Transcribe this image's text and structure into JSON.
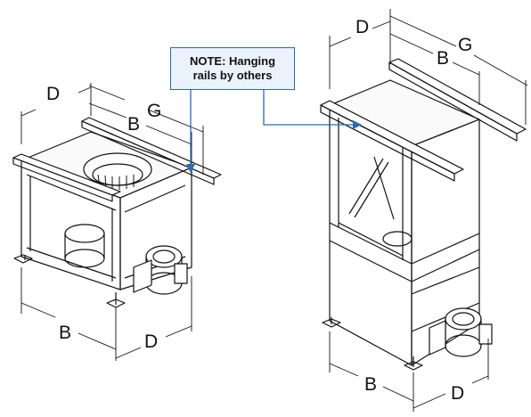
{
  "note": {
    "line1": "NOTE: Hanging",
    "line2": "rails by others",
    "color": "#2a6bb3",
    "fill": "#eaf2fb"
  },
  "left_unit": {
    "dims": {
      "top_d": "D",
      "top_b": "B",
      "top_g": "G",
      "base_b": "B",
      "base_d": "D"
    }
  },
  "right_unit": {
    "dims": {
      "top_d": "D",
      "top_b": "B",
      "top_g": "G",
      "base_b": "B",
      "base_d": "D"
    }
  }
}
